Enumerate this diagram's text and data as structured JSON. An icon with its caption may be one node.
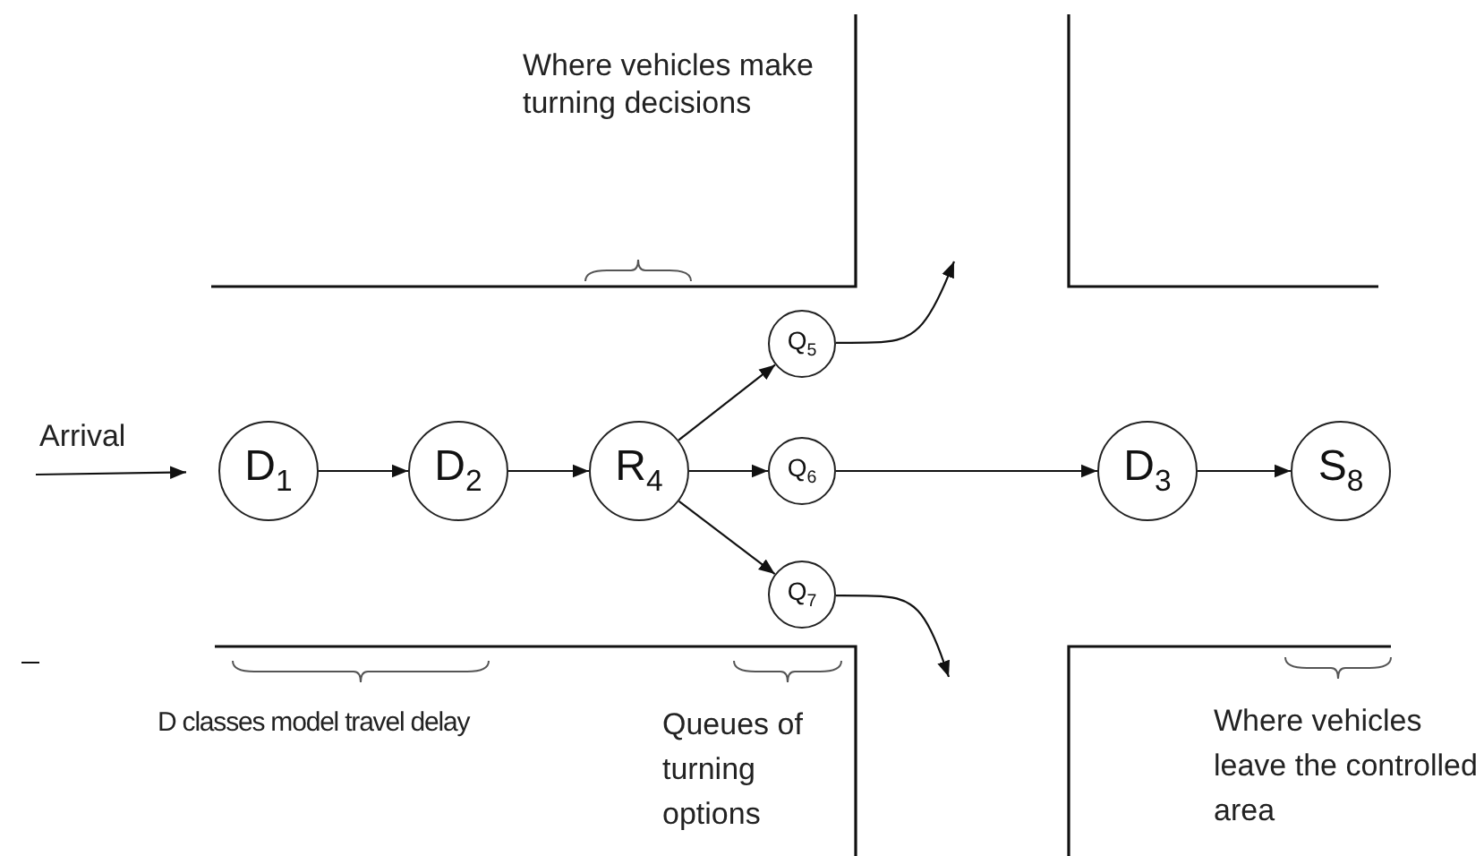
{
  "diagram": {
    "nodes": [
      {
        "text": [
          "D$_{1}$"
        ]
      },
      {
        "text": [
          "D$_{2}$"
        ]
      },
      {
        "text": [
          "R$_{4}$"
        ]
      },
      {
        "text": [
          "Q$_{5}$"
        ]
      },
      {
        "text": [
          "Q$_{6}$"
        ]
      },
      {
        "text": [
          "Q$_{7}$"
        ]
      },
      {
        "text": [
          "D$_{3}$"
        ]
      },
      {
        "text": [
          "S$_{8}$"
        ]
      }
    ],
    "edges": [
      {
        "from": null,
        "to": 0,
        "arrow": "to",
        "label": "Arrival"
      },
      {
        "from": 0,
        "to": 1,
        "arrow": "to"
      },
      {
        "from": 1,
        "to": 2,
        "arrow": "to"
      },
      {
        "from": 2,
        "to": 3,
        "arrow": "to"
      },
      {
        "from": 2,
        "to": 4,
        "arrow": "to"
      },
      {
        "from": 2,
        "to": 5,
        "arrow": "to"
      },
      {
        "from": 4,
        "to": 6,
        "arrow": "to"
      },
      {
        "from": 6,
        "to": 7,
        "arrow": "to"
      },
      {
        "from": 3,
        "to": null,
        "arrow": "to"
      },
      {
        "from": 5,
        "to": null,
        "arrow": "to"
      }
    ],
    "labels": [
      "Where vehicles make turning decisions",
      "D classes model travel delay",
      "Queues of turning options",
      "Where vehicles leave the controlled area"
    ]
  }
}
